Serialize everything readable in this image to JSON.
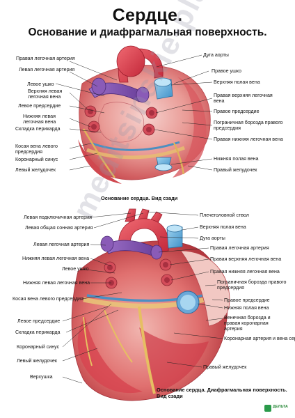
{
  "title": "Сердце.",
  "subtitle": "Основание и диафрагмальная поверхность.",
  "watermark": "meditsinskie-plakaty.ru",
  "logo": "ДЕЛЬТА",
  "top": {
    "caption": "Основание сердца. Вид сзади",
    "left_labels": [
      "Правая легочная артерия",
      "Левая легочная артерия",
      "Левое ушко",
      "Верхняя левая легочная вена",
      "Левое предсердие",
      "Нижняя левая легочная вена",
      "Складка перикарда",
      "Косая вена левого предсердия",
      "Коронарный синус",
      "Левый желудочек"
    ],
    "right_labels": [
      "Дуга аорты",
      "Правое ушко",
      "Верхняя полая вена",
      "Правая верхняя легочная вена",
      "Правое предсердие",
      "Пограничная борозда правого предсердия",
      "Правая нижняя легочная вена",
      "Нижняя полая вена",
      "Правый желудочек"
    ]
  },
  "bottom": {
    "caption": "Основание сердца. Диафрагмальная поверхность. Вид сзади",
    "left_labels": [
      "Левая подключичная артерия",
      "Левая общая сонная артерия",
      "Левая легочная артерия",
      "Нижняя левая легочная вена",
      "Левое ушко",
      "Нижняя левая легочная вена",
      "Косая вена левого предсердия",
      "Левое предсердие",
      "Складка перикарда",
      "Коронарный синус",
      "Левый желудочек",
      "Верхушка"
    ],
    "right_labels": [
      "Плечеголовной ствол",
      "Верхняя полая вена",
      "Дуга аорты",
      "Правая легочная артерия",
      "Правая верхняя легочная вена",
      "Правая нижняя легочная вена",
      "Пограничная борозда правого предсердия",
      "Правое предсердие",
      "Нижняя полая вена",
      "Венечная борозда и правая коронарная артерия",
      "Коронарная артерия и вена сердца",
      "Правый желудочек"
    ]
  }
}
